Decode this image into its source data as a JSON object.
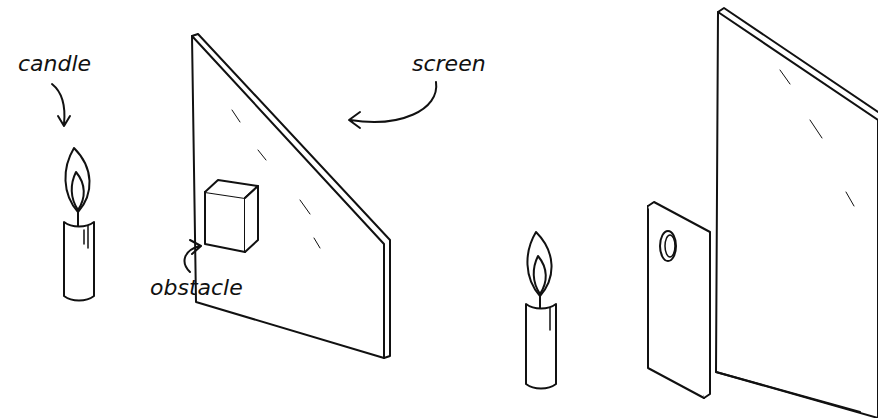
{
  "diagram": {
    "labels": [
      "candle",
      "obstacle",
      "screen"
    ]
  }
}
